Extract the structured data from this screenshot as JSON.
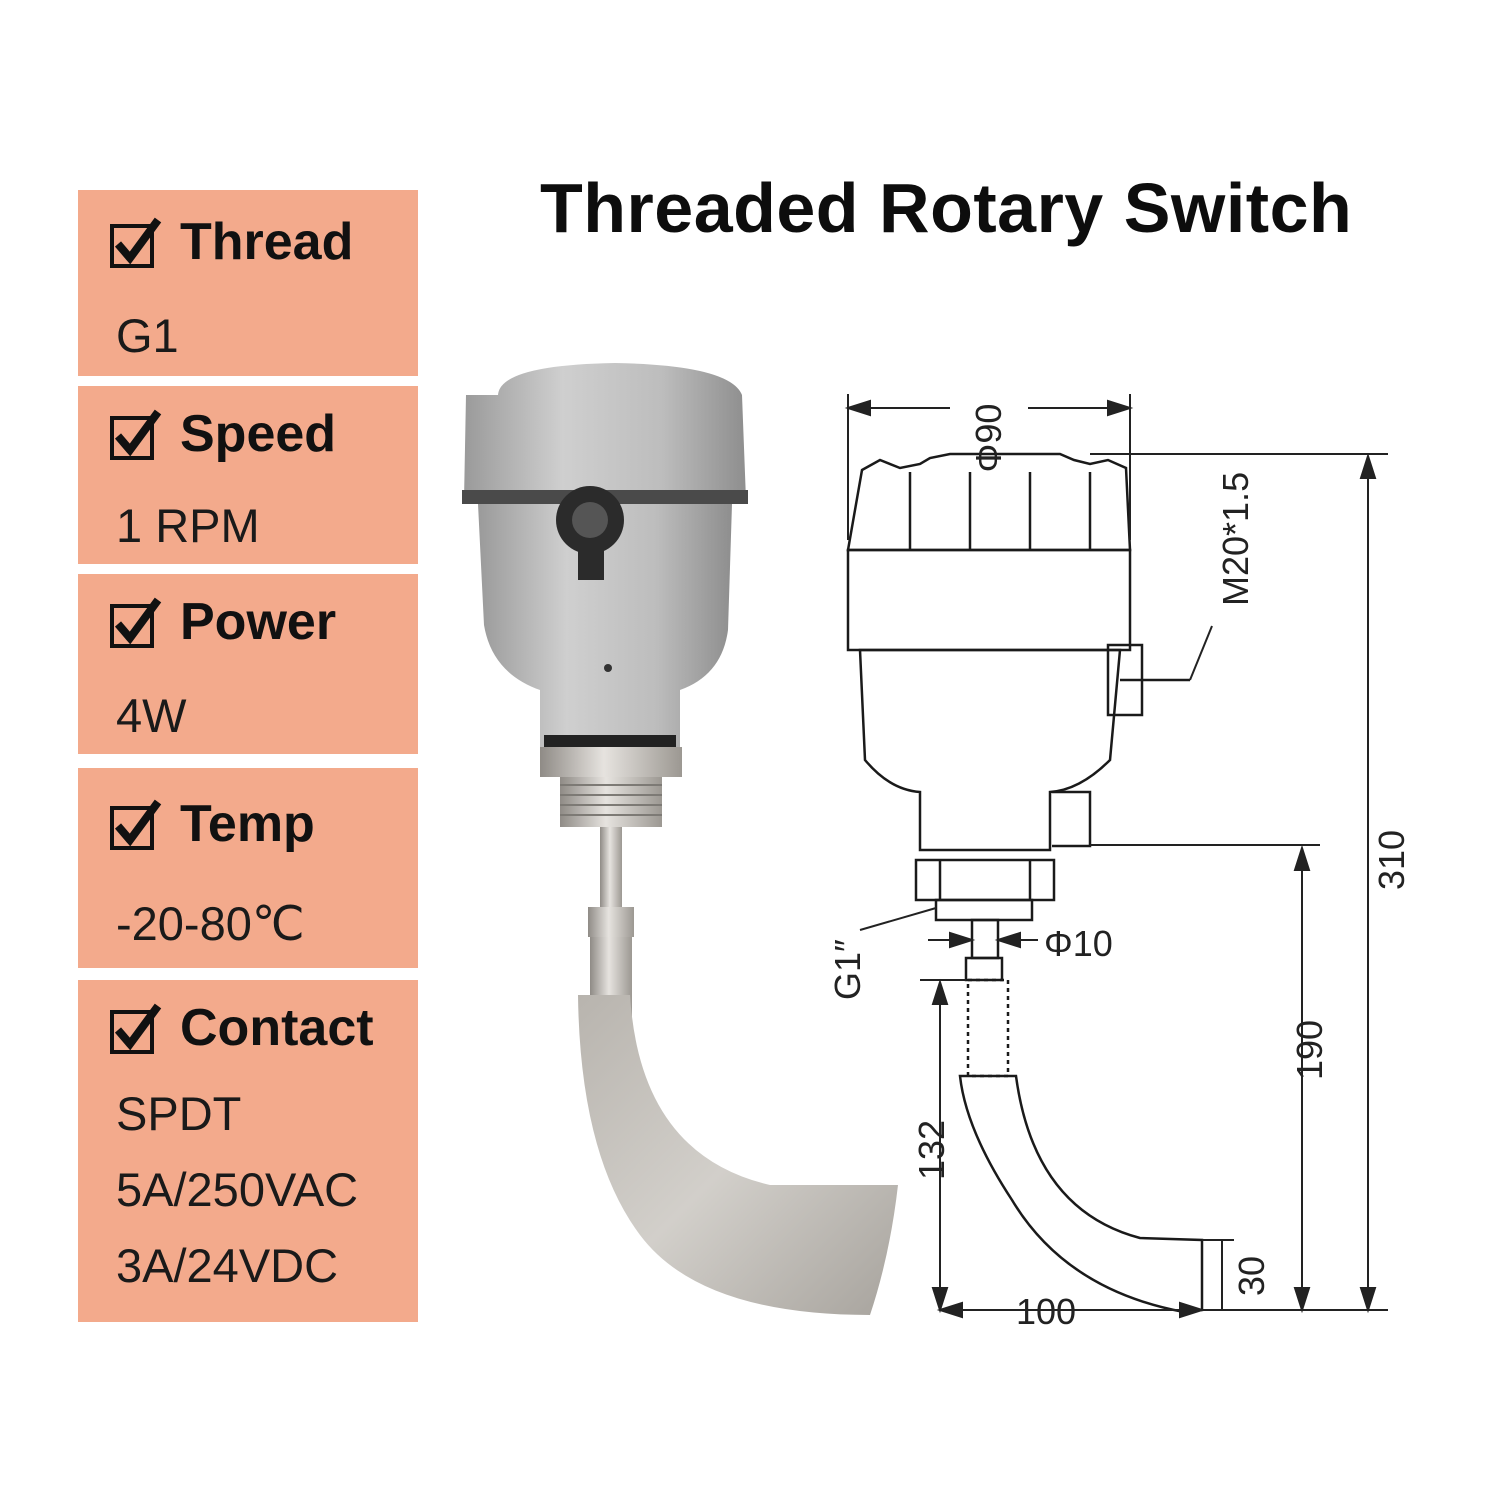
{
  "title": "Threaded Rotary Switch",
  "icons": {
    "check": "checkbox-checked-icon"
  },
  "colors": {
    "card_bg": "#f3aa8c",
    "housing": "#b9b9b9",
    "steel": "#c4c1bc"
  },
  "specs": [
    {
      "label": "Thread",
      "values": [
        "G1"
      ]
    },
    {
      "label": "Speed",
      "values": [
        "1 RPM"
      ]
    },
    {
      "label": "Power",
      "values": [
        "4W"
      ]
    },
    {
      "label": "Temp",
      "values": [
        "-20-80℃"
      ]
    },
    {
      "label": "Contact",
      "values": [
        "SPDT",
        "5A/250VAC",
        "3A/24VDC"
      ]
    }
  ],
  "dimensions": {
    "housing_diameter": "Φ90",
    "cable_gland": "M20*1.5",
    "total_height": "310",
    "thread": "G1″",
    "shaft_diameter": "Φ10",
    "length_below_thread": "190",
    "paddle_height": "132",
    "paddle_width": "100",
    "paddle_tip": "30"
  }
}
